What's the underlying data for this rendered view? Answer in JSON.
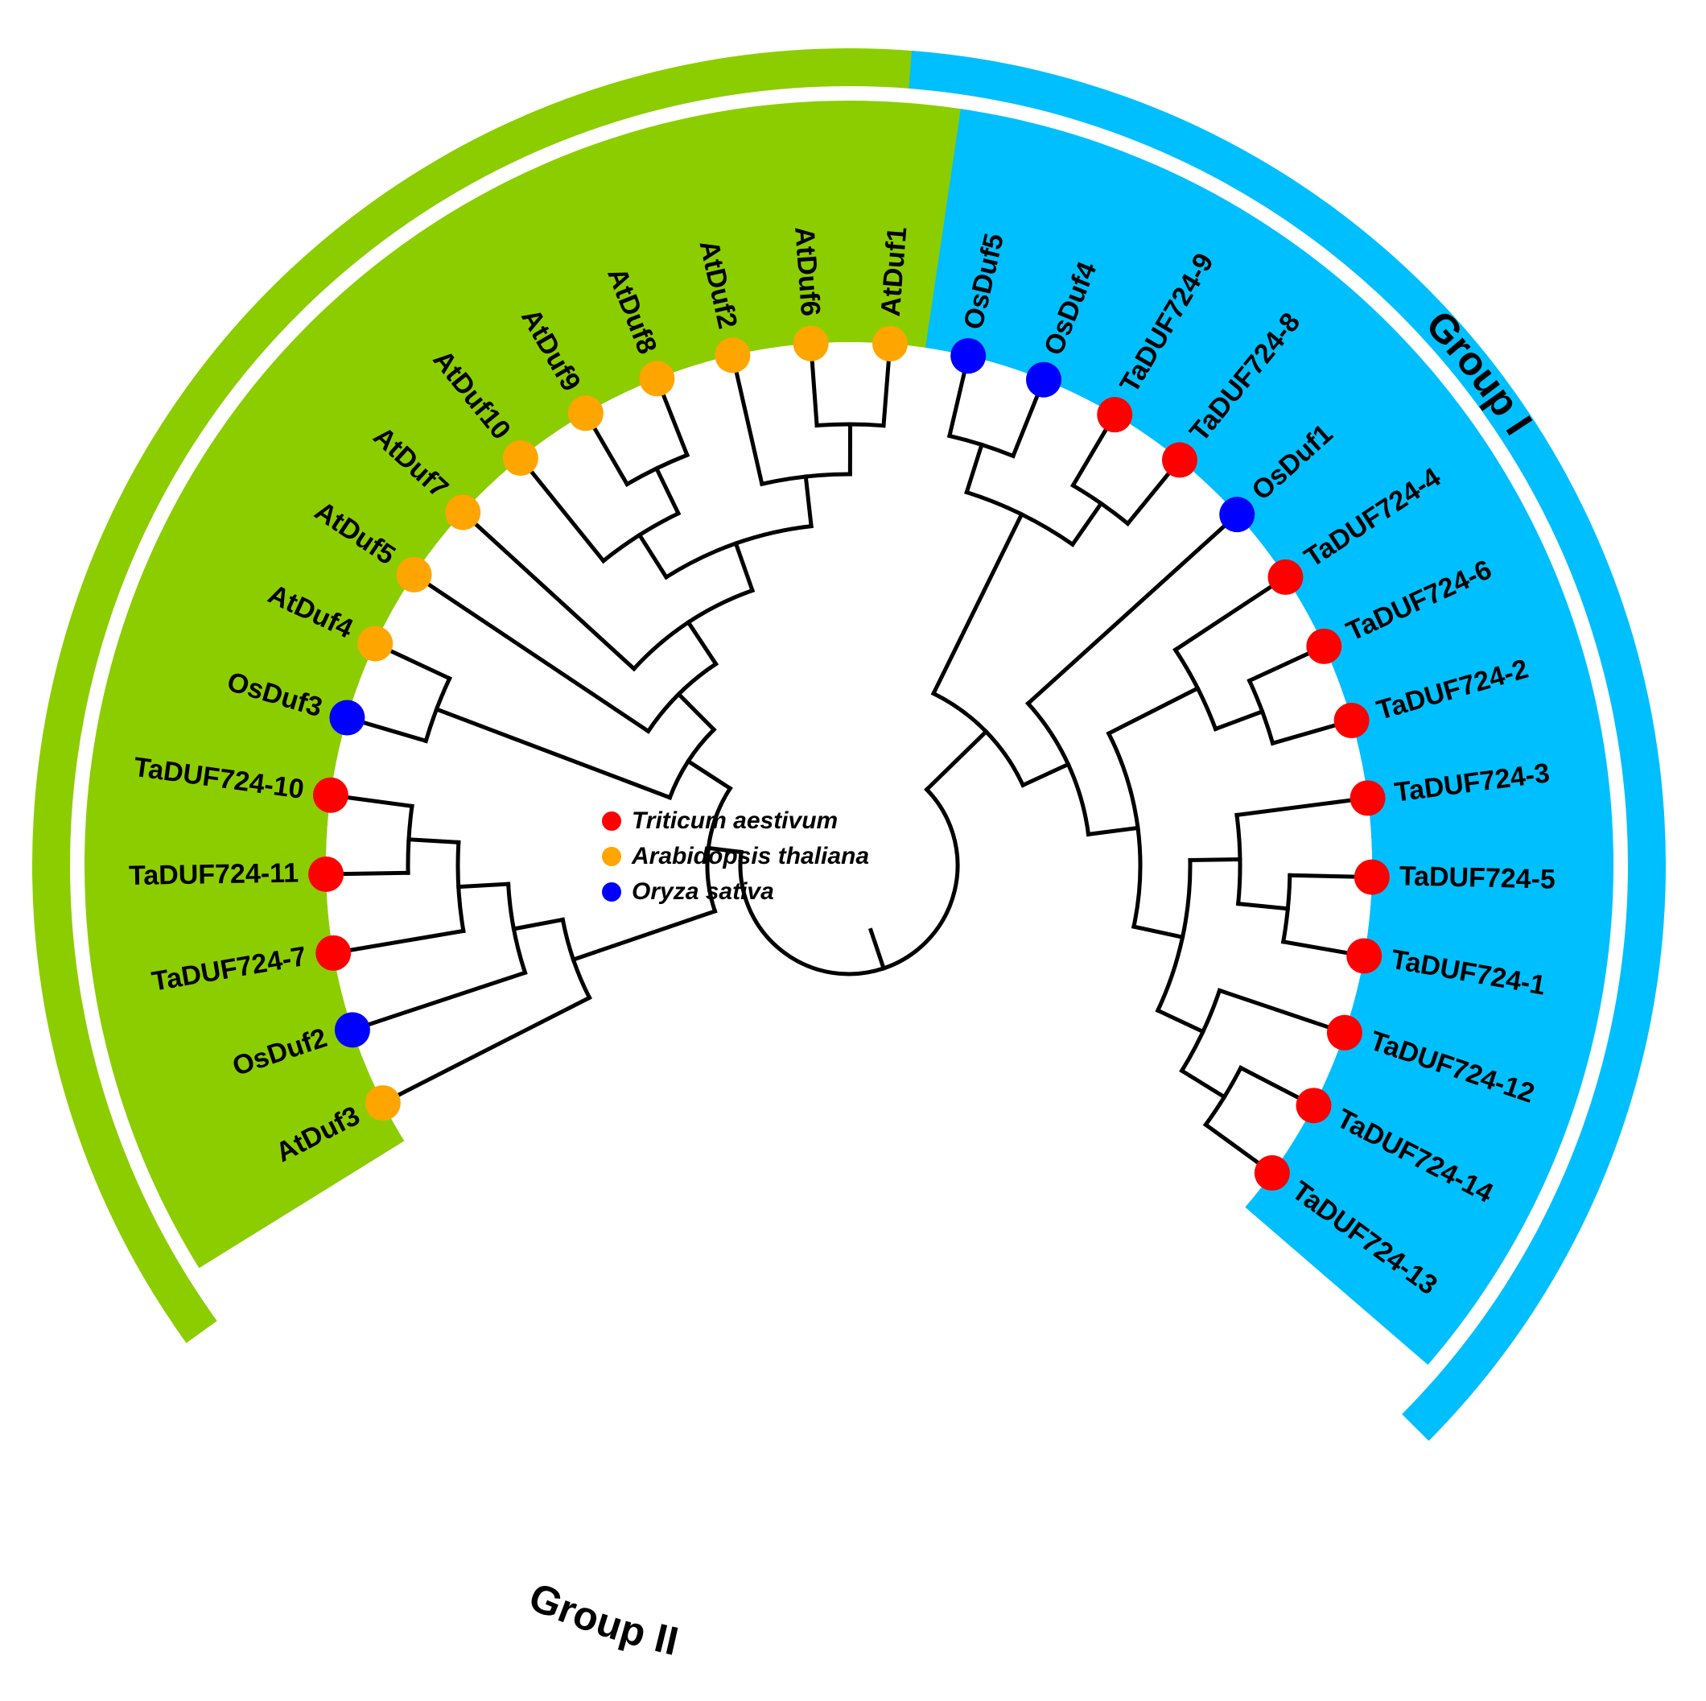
{
  "colors": {
    "group_I": "#8ccd00",
    "group_II": "#00bfff",
    "Triticum aestivum": "#ff0000",
    "Arabidopsis thaliana": "#ffa500",
    "Oryza sativa": "#0000ff"
  },
  "groups": [
    {
      "id": "group_I",
      "label": "Group I"
    },
    {
      "id": "group_II",
      "label": "Group II"
    }
  ],
  "legend": [
    {
      "species": "Triticum aestivum"
    },
    {
      "species": "Arabidopsis thaliana"
    },
    {
      "species": "Oryza sativa"
    }
  ],
  "leaves": [
    {
      "name": "AtDuf3",
      "species": "Arabidopsis thaliana",
      "group": "group_I"
    },
    {
      "name": "OsDuf2",
      "species": "Oryza sativa",
      "group": "group_I"
    },
    {
      "name": "TaDUF724-7",
      "species": "Triticum aestivum",
      "group": "group_I"
    },
    {
      "name": "TaDUF724-11",
      "species": "Triticum aestivum",
      "group": "group_I"
    },
    {
      "name": "TaDUF724-10",
      "species": "Triticum aestivum",
      "group": "group_I"
    },
    {
      "name": "OsDuf3",
      "species": "Oryza sativa",
      "group": "group_I"
    },
    {
      "name": "AtDuf4",
      "species": "Arabidopsis thaliana",
      "group": "group_I"
    },
    {
      "name": "AtDuf5",
      "species": "Arabidopsis thaliana",
      "group": "group_I"
    },
    {
      "name": "AtDuf7",
      "species": "Arabidopsis thaliana",
      "group": "group_I"
    },
    {
      "name": "AtDuf10",
      "species": "Arabidopsis thaliana",
      "group": "group_I"
    },
    {
      "name": "AtDuf9",
      "species": "Arabidopsis thaliana",
      "group": "group_I"
    },
    {
      "name": "AtDuf8",
      "species": "Arabidopsis thaliana",
      "group": "group_I"
    },
    {
      "name": "AtDuf2",
      "species": "Arabidopsis thaliana",
      "group": "group_I"
    },
    {
      "name": "AtDuf6",
      "species": "Arabidopsis thaliana",
      "group": "group_I"
    },
    {
      "name": "AtDuf1",
      "species": "Arabidopsis thaliana",
      "group": "group_I"
    },
    {
      "name": "OsDuf5",
      "species": "Oryza sativa",
      "group": "group_II"
    },
    {
      "name": "OsDuf4",
      "species": "Oryza sativa",
      "group": "group_II"
    },
    {
      "name": "TaDUF724-9",
      "species": "Triticum aestivum",
      "group": "group_II"
    },
    {
      "name": "TaDUF724-8",
      "species": "Triticum aestivum",
      "group": "group_II"
    },
    {
      "name": "OsDuf1",
      "species": "Oryza sativa",
      "group": "group_II"
    },
    {
      "name": "TaDUF724-4",
      "species": "Triticum aestivum",
      "group": "group_II"
    },
    {
      "name": "TaDUF724-6",
      "species": "Triticum aestivum",
      "group": "group_II"
    },
    {
      "name": "TaDUF724-2",
      "species": "Triticum aestivum",
      "group": "group_II"
    },
    {
      "name": "TaDUF724-3",
      "species": "Triticum aestivum",
      "group": "group_II"
    },
    {
      "name": "TaDUF724-5",
      "species": "Triticum aestivum",
      "group": "group_II"
    },
    {
      "name": "TaDUF724-1",
      "species": "Triticum aestivum",
      "group": "group_II"
    },
    {
      "name": "TaDUF724-12",
      "species": "Triticum aestivum",
      "group": "group_II"
    },
    {
      "name": "TaDUF724-14",
      "species": "Triticum aestivum",
      "group": "group_II"
    },
    {
      "name": "TaDUF724-13",
      "species": "Triticum aestivum",
      "group": "group_II"
    }
  ],
  "tree": [
    [
      [
        0,
        [
          1,
          [
            2,
            [
              3,
              4
            ]
          ]
        ]
      ],
      [
        [
          5,
          6
        ],
        [
          7,
          [
            8,
            [
              [
                9,
                [
                  10,
                  11
                ]
              ],
              [
                12,
                [
                  13,
                  14
                ]
              ]
            ]
          ]
        ]
      ]
    ],
    [
      [
        [
          15,
          16
        ],
        [
          17,
          18
        ]
      ],
      [
        19,
        [
          [
            20,
            [
              21,
              22
            ]
          ],
          [
            [
              23,
              [
                24,
                25
              ]
            ],
            [
              26,
              [
                27,
                28
              ]
            ]
          ]
        ]
      ]
    ]
  ]
}
